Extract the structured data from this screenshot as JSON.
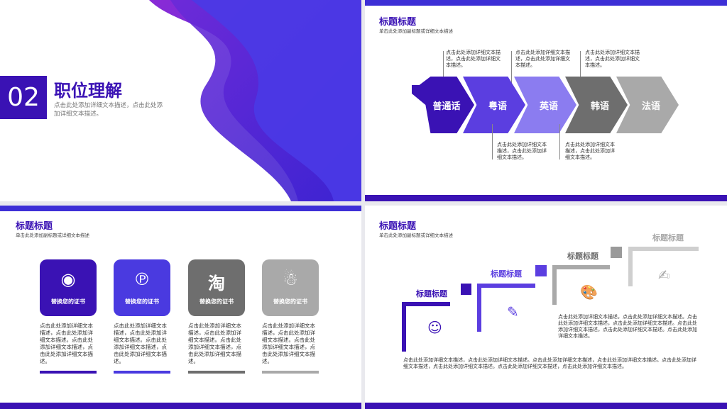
{
  "colors": {
    "purple_dark": "#3a12b4",
    "purple": "#5b3ee0",
    "purple_light": "#8b7cf0",
    "gray_dark": "#6e6e6e",
    "gray_light": "#a9a9a9"
  },
  "slide1": {
    "number": "02",
    "title": "职位理解",
    "desc": "点击此处添加详细文本描述，点击此处添加详细文本描述。"
  },
  "slide2": {
    "title": "标题标题",
    "subtitle": "单击此处添加副标题或详细文本描述",
    "arrows": [
      "普通话",
      "粤语",
      "英语",
      "韩语",
      "法语"
    ],
    "note_top": "点击此处添加详细文本描述，点击此处添加详细文本描述。",
    "note_bottom": "点击此处添加详细文本描述，点击此处添加详细文本描述。"
  },
  "slide3": {
    "title": "标题标题",
    "subtitle": "单击此处添加副标题或详细文本描述",
    "cards": [
      {
        "label": "替换您的证书",
        "icon": "weibo-icon",
        "desc": "点击此处添加详细文本描述，点击此处添加详细文本描述。点击此处添加详细文本描述，点击此处添加详细文本描述。"
      },
      {
        "label": "替换您的证书",
        "icon": "pinterest-icon",
        "desc": "点击此处添加详细文本描述，点击此处添加详细文本描述。点击此处添加详细文本描述，点击此处添加详细文本描述。"
      },
      {
        "label": "替换您的证书",
        "icon": "taobao-icon",
        "desc": "点击此处添加详细文本描述，点击此处添加详细文本描述。点击此处添加详细文本描述，点击此处添加详细文本描述。"
      },
      {
        "label": "替换您的证书",
        "icon": "qq-icon",
        "desc": "点击此处添加详细文本描述，点击此处添加详细文本描述。点击此处添加详细文本描述，点击此处添加详细文本描述。"
      }
    ]
  },
  "slide4": {
    "title": "标题标题",
    "subtitle": "单击此处添加副标题或详细文本描述",
    "steps": [
      "标题标题",
      "标题标题",
      "标题标题",
      "标题标题"
    ],
    "desc_right": "点击此处添加详细文本描述，点击此处添加详细文本描述。点击此处添加详细文本描述，点击此处添加详细文本描述。点击此处添加详细文本描述，点击此处添加详细文本描述。点击此处添加详细文本描述。",
    "desc_bottom": "点击此处添加详细文本描述，点击此处添加详细文本描述。点击此处添加详细文本描述，点击此处添加详细文本描述。点击此处添加详细文本描述，点击此处添加详细文本描述。点击此处添加详细文本描述，点击此处添加详细文本描述。"
  }
}
